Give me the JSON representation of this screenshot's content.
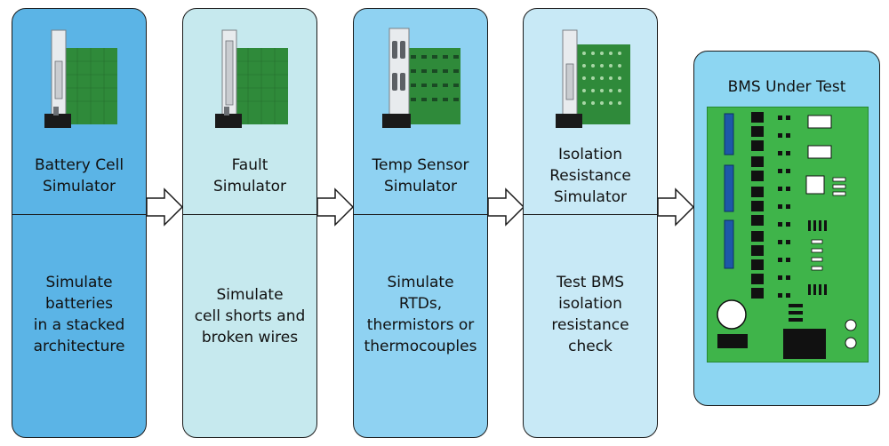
{
  "colors": {
    "card1_bg": "#5bb4e6",
    "card2_bg": "#c6e9ee",
    "card3_bg": "#8fd2f2",
    "card4_bg": "#c8e9f6",
    "bms_bg": "#8dd6f2",
    "pcb_green": "#3fb44a",
    "pcb_chip": "#111111",
    "pcb_blue": "#1d58a8"
  },
  "steps": [
    {
      "title": "Battery Cell\nSimulator",
      "description": "Simulate\nbatteries\nin a stacked\narchitecture"
    },
    {
      "title": "Fault\nSimulator",
      "description": "Simulate\ncell shorts and\nbroken wires"
    },
    {
      "title": "Temp Sensor\nSimulator",
      "description": "Simulate\nRTDs,\nthermistors or\nthermocouples"
    },
    {
      "title": "Isolation\nResistance\nSimulator",
      "description": "Test BMS\nisolation\nresistance\ncheck"
    }
  ],
  "bms": {
    "title": "BMS Under Test"
  },
  "icons": {
    "card_image": "pxi-module-card-icon",
    "arrow": "hollow-right-arrow-icon",
    "board": "pcb-board-icon"
  }
}
